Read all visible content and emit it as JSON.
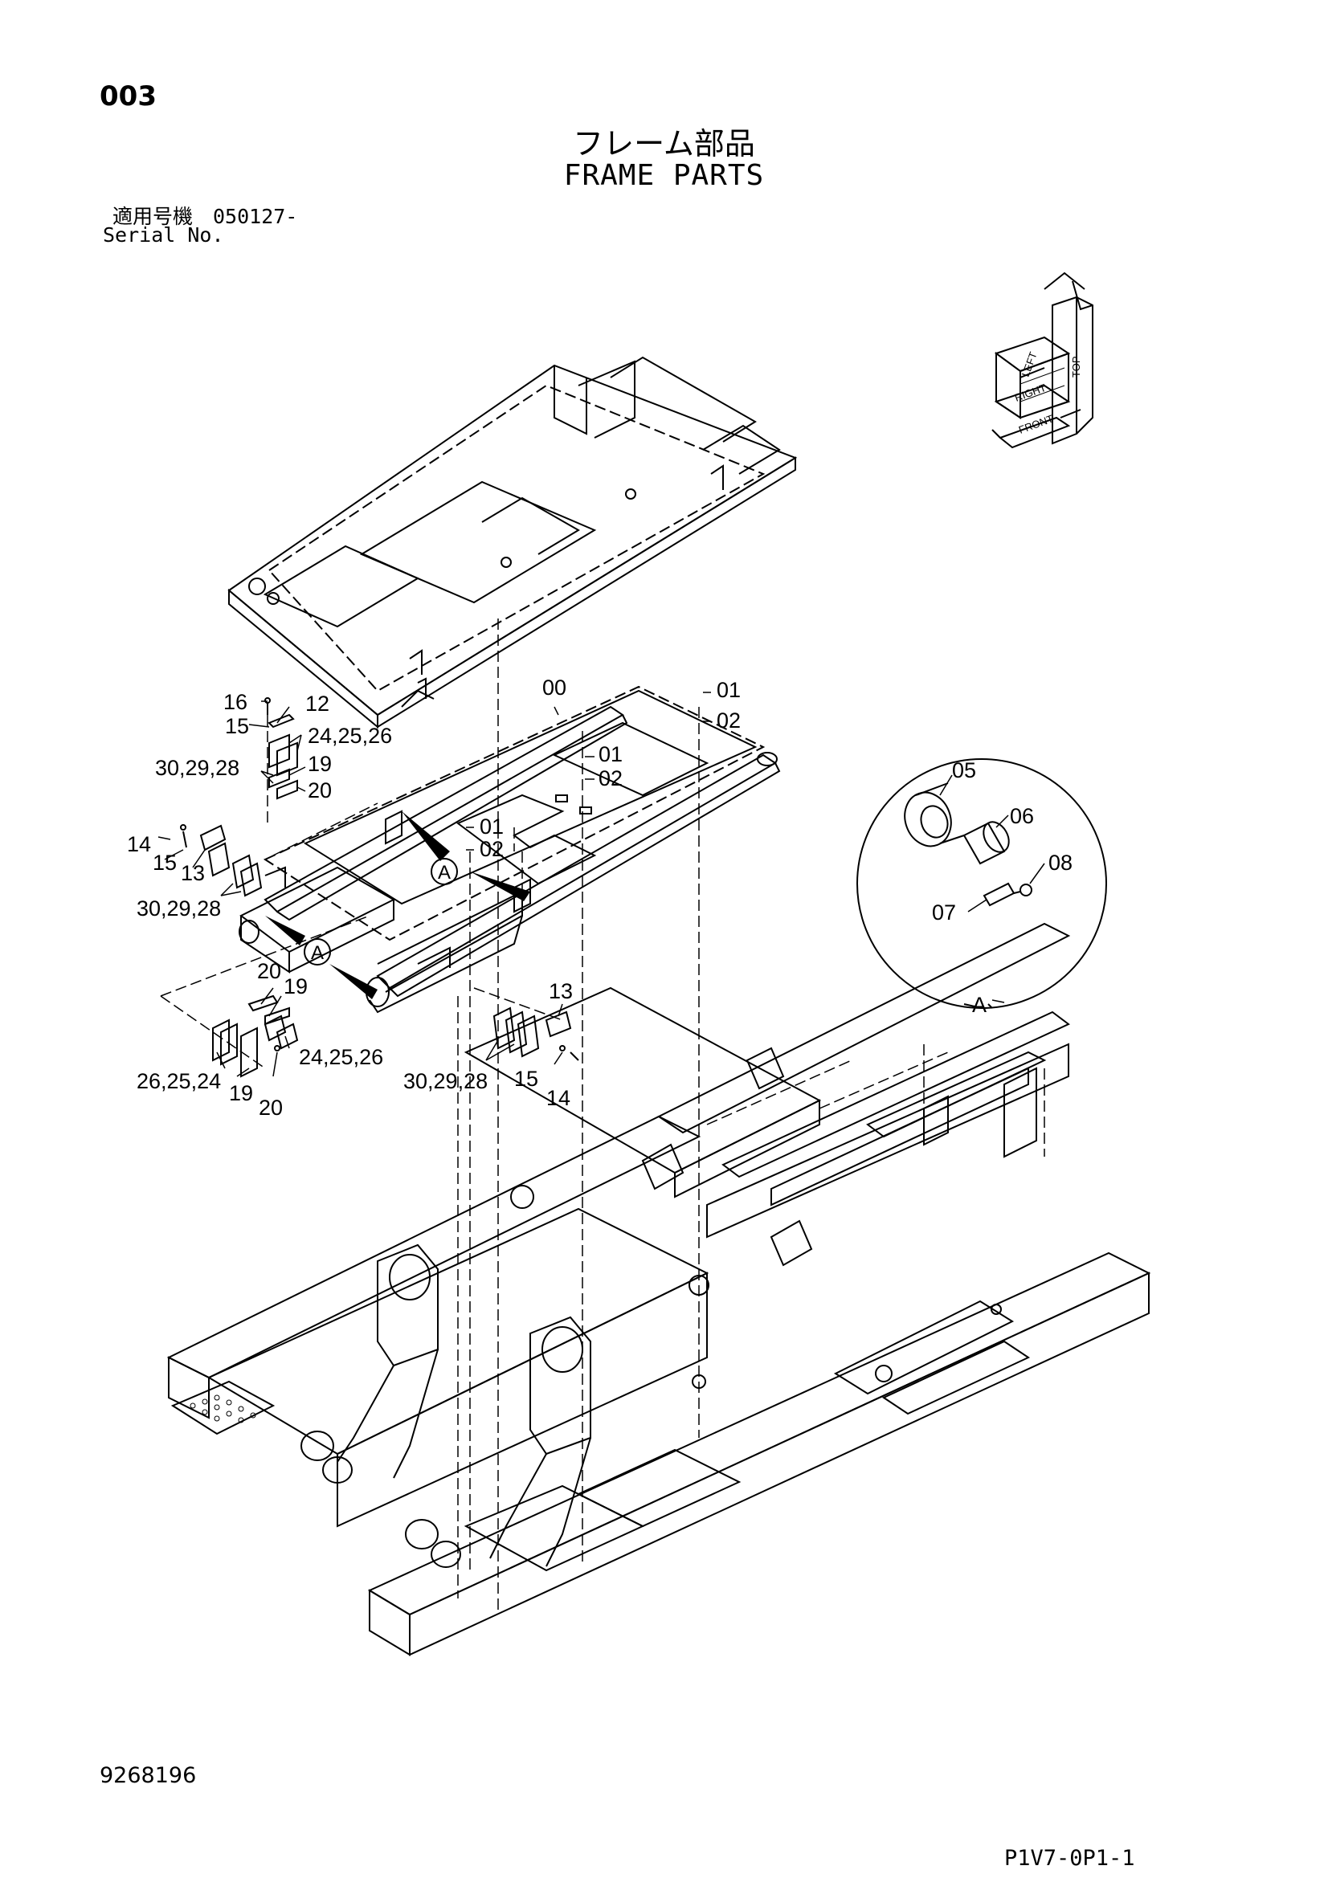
{
  "header": {
    "page_no": "003",
    "title_jp": "フレーム部品",
    "title_en": "FRAME PARTS",
    "serial_jp": "適用号機　050127-",
    "serial_en": "Serial No."
  },
  "orientation": {
    "labels": [
      "TOP",
      "LEFT",
      "RIGHT",
      "FRONT"
    ]
  },
  "callouts": {
    "c00": "00",
    "c01a": "01",
    "c02a": "02",
    "c01b": "01",
    "c02b": "02",
    "c01c": "01",
    "c02c": "02",
    "c16": "16",
    "c12": "12",
    "c15a": "15",
    "c242526a": "24,25,26",
    "c302928a": "30,29,28",
    "c19a": "19",
    "c20a": "20",
    "c14a": "14",
    "c15b": "15",
    "c13a": "13",
    "c302928b": "30,29,28",
    "cA1": "A",
    "cA2": "A",
    "c20b": "20",
    "c19b": "19",
    "c262524": "26,25,24",
    "c19c": "19",
    "c20c": "20",
    "c242526b": "24,25,26",
    "c13b": "13",
    "c302928c": "30,29,28",
    "c15c": "15",
    "c14b": "14"
  },
  "detail_a": {
    "c05": "05",
    "c06": "06",
    "c07": "07",
    "c08": "08",
    "label": "A"
  },
  "footer": {
    "drawing_no": "9268196",
    "sheet_ref": "P1V7-0P1-1"
  }
}
